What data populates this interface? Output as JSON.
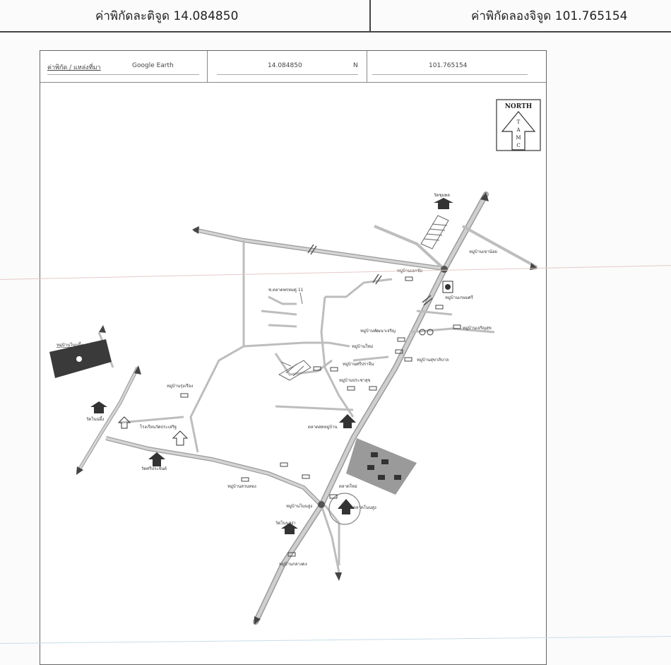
{
  "header": {
    "latitude_text": "ค่าพิกัดละติจูด 14.084850",
    "longitude_text": "ค่าพิกัดลองจิจูด 101.765154"
  },
  "coords_bar": {
    "source_label": "ค่าพิกัด / แหล่งที่มา",
    "source_value": "Google Earth",
    "lat_value": "14.084850",
    "lat_unit": "N",
    "lon_value": "101.765154"
  },
  "north_arrow": {
    "label": "NORTH",
    "letters": [
      "T",
      "A",
      "M",
      "C"
    ]
  },
  "map": {
    "labels": [
      "วัดชุมพล",
      "หมู่บ้านเขาน้อย",
      "หมู่บ้านเอกชัย",
      "ซ.ตลาดพรหมคู่ 11",
      "หมู่บ้านเกษมศรี",
      "หมู่บ้านพัฒนาเจริญ",
      "หมู่บ้านเจริญสุข",
      "หมู่บ้านใหม่",
      "หมู่บ้านสุขาภิบาล",
      "หมู่บ้านศรีปราจีน",
      "หมู่บ้านโนนผึ้ง",
      "โรงเรียนวัดประเสริฐ",
      "วัดโนนผึ้ง",
      "ตลาดสดหมู่บ้าน",
      "หมู่บ้านประชาสุข",
      "หมู่บ้านรุ่งเรือง",
      "หมู่บ้านสวนทอง",
      "วัดศรีประจันต์",
      "วัดโนนสง่า",
      "ตลาดโนนสูง",
      "หมู่บ้านโนนสูง",
      "หมู่บ้านกลางดง",
      "ตลาดใหม่"
    ],
    "colors": {
      "road": "#c6c6c6",
      "road_edge": "#9a9a9a",
      "block": "#9a9a9a",
      "black_area": "#3a3a3a"
    }
  }
}
